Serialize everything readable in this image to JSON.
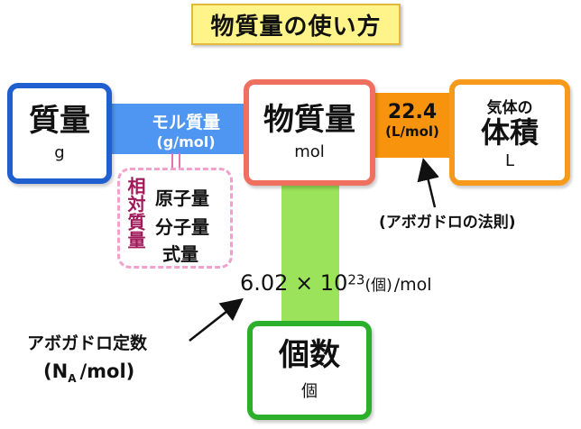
{
  "title": "物質量の使い方",
  "mass_box": {
    "label": "質量",
    "unit": "g"
  },
  "mol_box": {
    "label": "物質量",
    "unit": "mol"
  },
  "count_box": {
    "label": "個数",
    "unit": "個"
  },
  "volume_box": {
    "label_top": "気体の",
    "label": "体積",
    "unit": "L"
  },
  "molar_mass": {
    "label": "モル質量",
    "unit": "(g/mol)"
  },
  "relative_mass": {
    "title": "相対質量",
    "items": [
      "原子量",
      "分子量",
      "式量"
    ]
  },
  "molar_volume": {
    "value": "22.4",
    "unit": "(L/mol)"
  },
  "avogadro_law": "(アボガドロの法則)",
  "avogadro_number": {
    "mantissa": "6.02 × 10",
    "exponent": "23",
    "unit_paren": "(個)",
    "unit": "/mol"
  },
  "avogadro_constant": {
    "label": "アボガドロ定数",
    "symbol_n": "N",
    "symbol_sub": "A",
    "symbol_unit": "/mol"
  }
}
